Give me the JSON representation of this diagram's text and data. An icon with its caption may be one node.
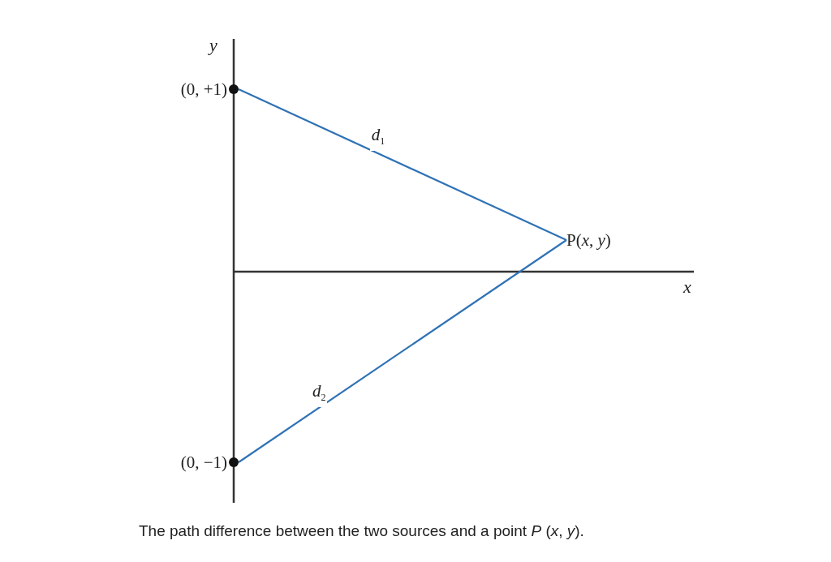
{
  "diagram": {
    "caption": "The path difference between the two sources and a point *P* (*x*, *y*).",
    "nodes": [
      {
        "text": [
          "(0, +1)"
        ]
      },
      {
        "text": [
          "(0, −1)"
        ]
      },
      {
        "text": [
          "P(*x*, *y*)"
        ]
      }
    ],
    "edges": [
      {
        "from": 0,
        "to": 2,
        "arrow": "none",
        "label": "d$_{1}$"
      },
      {
        "from": 1,
        "to": 2,
        "arrow": "none",
        "label": "d$_{2}$"
      }
    ],
    "labels": [
      "y",
      "x"
    ]
  }
}
